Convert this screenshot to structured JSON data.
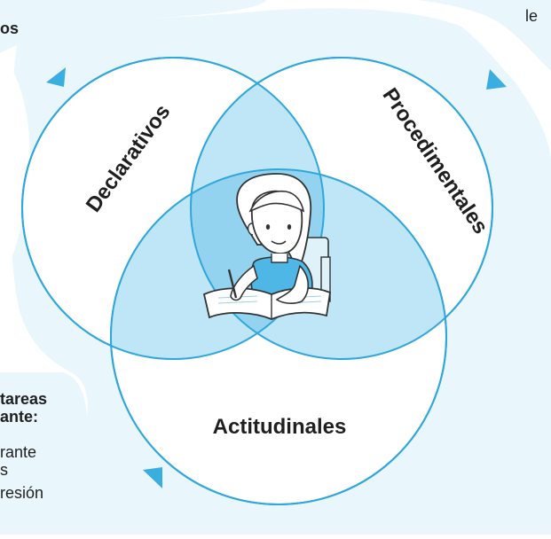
{
  "diagram": {
    "circle_labels": {
      "declarativos": "Declarativos",
      "procedimentales": "Procedimentales",
      "actitudinales": "Actitudinales"
    }
  },
  "cut_text": {
    "top_left": "os",
    "top_right": "le",
    "bottom_left_line1": "tareas",
    "bottom_left_line2": "ante:",
    "bottom_left_line3": "rante",
    "bottom_left_line4": "s",
    "bottom_left_line5": "resión"
  },
  "colors": {
    "accent_blue": "#3aaee0",
    "fill_light": "#e9f6fc",
    "fill_mid": "#bfe6f6",
    "fill_deep": "#93d3ef",
    "line": "#2fa6dc"
  },
  "illustration": {
    "icon": "girl-writing-icon"
  }
}
